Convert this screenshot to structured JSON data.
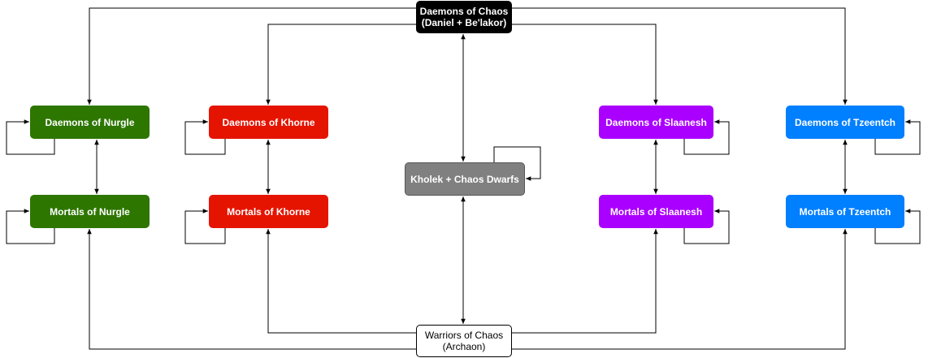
{
  "nodes": {
    "daemons_of_chaos": {
      "line1": "Daemons of Chaos",
      "line2": "(Daniel + Be'lakor)",
      "fill": "#000000",
      "text_color": "#ffffff"
    },
    "daemons_nurgle": {
      "label": "Daemons of Nurgle",
      "fill": "#2d7600",
      "text_color": "#ffffff"
    },
    "mortals_nurgle": {
      "label": "Mortals of Nurgle",
      "fill": "#2d7600",
      "text_color": "#ffffff"
    },
    "daemons_khorne": {
      "label": "Daemons of Khorne",
      "fill": "#e51400",
      "text_color": "#ffffff"
    },
    "mortals_khorne": {
      "label": "Mortals of Khorne",
      "fill": "#e51400",
      "text_color": "#ffffff"
    },
    "kholek": {
      "label": "Kholek + Chaos Dwarfs",
      "fill": "#808080",
      "text_color": "#ffffff"
    },
    "daemons_slaanesh": {
      "label": "Daemons of Slaanesh",
      "fill": "#aa00ff",
      "text_color": "#ffffff"
    },
    "mortals_slaanesh": {
      "label": "Mortals of Slaanesh",
      "fill": "#aa00ff",
      "text_color": "#ffffff"
    },
    "daemons_tzeentch": {
      "label": "Daemons of Tzeentch",
      "fill": "#007fff",
      "text_color": "#ffffff"
    },
    "mortals_tzeentch": {
      "label": "Mortals of Tzeentch",
      "fill": "#007fff",
      "text_color": "#ffffff"
    },
    "warriors_of_chaos": {
      "line1": "Warriors of Chaos",
      "line2": "(Archaon)",
      "fill": "#ffffff",
      "text_color": "#000000"
    }
  }
}
